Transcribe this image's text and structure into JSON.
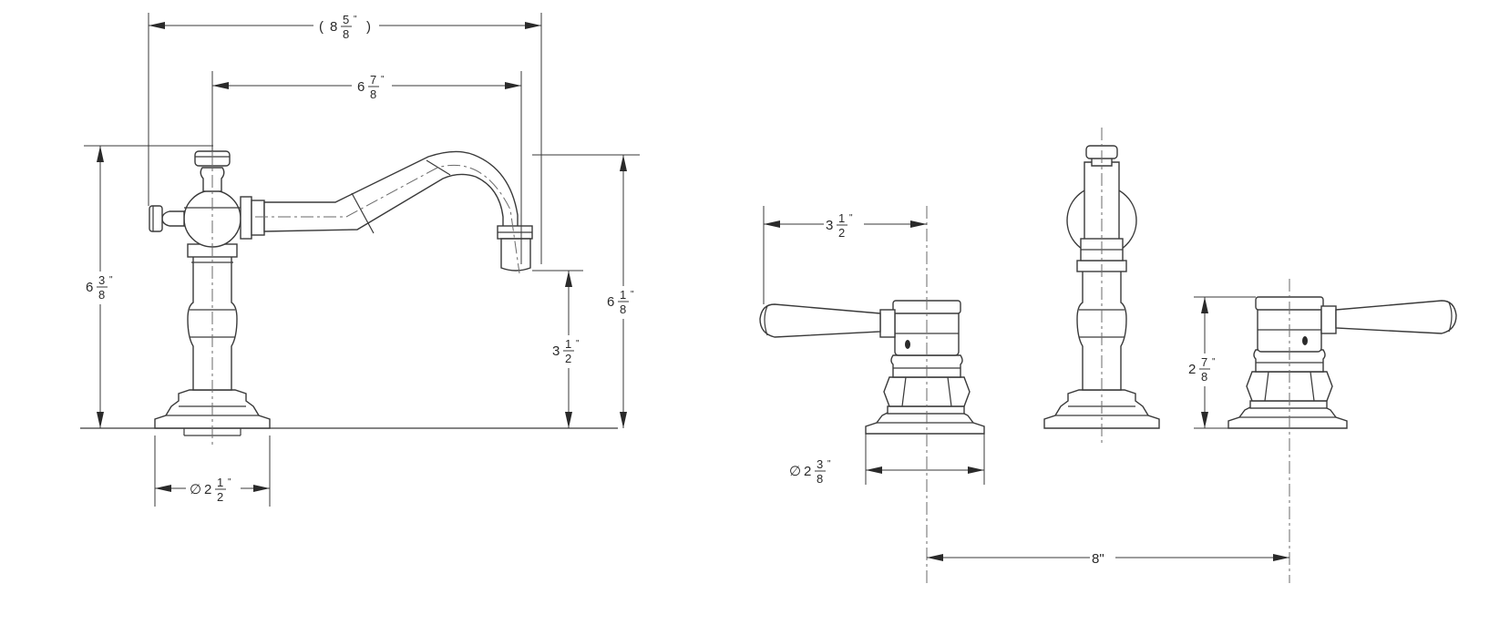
{
  "dimensions": {
    "overall_length": {
      "prefix": "8",
      "numerator": "5",
      "denominator": "8",
      "unit": "\"",
      "open_paren": "(",
      "close_paren": ")"
    },
    "spout_reach": {
      "prefix": "6",
      "numerator": "7",
      "denominator": "8",
      "unit": "\""
    },
    "spout_height_total": {
      "prefix": "6",
      "numerator": "3",
      "denominator": "8",
      "unit": "\""
    },
    "spout_height_top": {
      "prefix": "6",
      "numerator": "1",
      "denominator": "8",
      "unit": "\""
    },
    "spout_outlet_height": {
      "prefix": "3",
      "numerator": "1",
      "denominator": "2",
      "unit": "\""
    },
    "spout_base_diameter": {
      "symbol": "∅",
      "prefix": "2",
      "numerator": "1",
      "denominator": "2",
      "unit": "\""
    },
    "handle_length": {
      "prefix": "3",
      "numerator": "1",
      "denominator": "2",
      "unit": "\""
    },
    "handle_height": {
      "prefix": "2",
      "numerator": "7",
      "denominator": "8",
      "unit": "\""
    },
    "handle_base_diameter": {
      "symbol": "∅",
      "prefix": "2",
      "numerator": "3",
      "denominator": "8",
      "unit": "\""
    },
    "center_spacing": {
      "value": "8\""
    }
  },
  "colors": {
    "line": "#3a3a3a",
    "background": "#ffffff"
  }
}
